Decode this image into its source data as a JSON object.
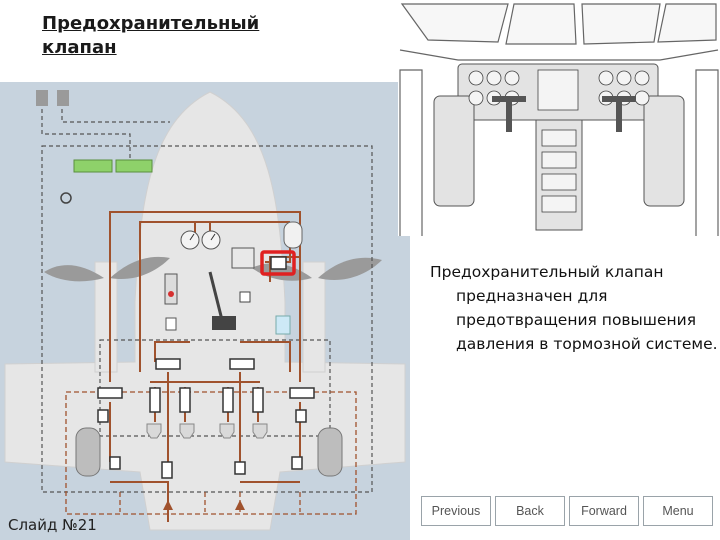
{
  "slide": {
    "title": "Предохранительный клапан",
    "description": "Предохранительный клапан предназначен для предотвращения повышения давления в тормозной системе.",
    "slide_number": "Слайд №21"
  },
  "navigation": {
    "previous_label": "Previous",
    "back_label": "Back",
    "forward_label": "Forward",
    "menu_label": "Menu"
  },
  "diagram": {
    "valve_a_label": "",
    "valve_b_label": "",
    "highlighted_component": "safety-valve",
    "colors": {
      "background": "#c7d3de",
      "aircraft": "#e6e6e6",
      "pipe": "#a0522d",
      "highlight": "#e02020",
      "switch_green": "#8ed16a"
    }
  },
  "colors": {
    "slide_bg": "#ffffff",
    "title_text": "#1a1a1a",
    "button_border": "#9aa3a9",
    "button_text": "#555555"
  }
}
